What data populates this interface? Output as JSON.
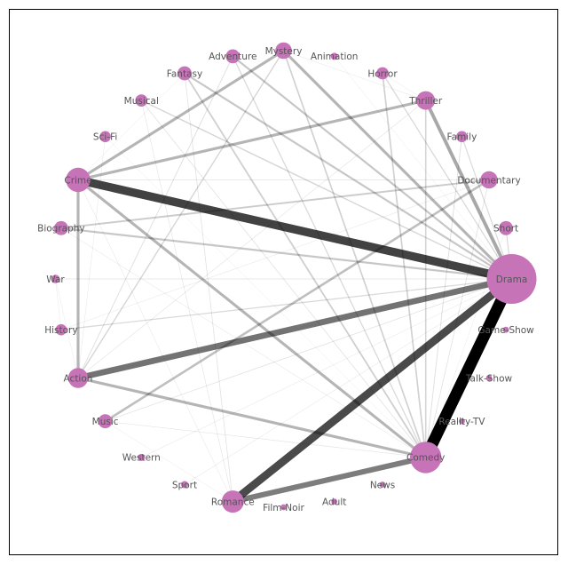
{
  "chart_data": {
    "type": "network",
    "node_color": "#c673b8",
    "edge_color": "#000000",
    "nodes": [
      {
        "id": "drama",
        "label": "Drama",
        "weight": 100
      },
      {
        "id": "short",
        "label": "Short",
        "weight": 8
      },
      {
        "id": "documentary",
        "label": "Documentary",
        "weight": 12
      },
      {
        "id": "family",
        "label": "Family",
        "weight": 5
      },
      {
        "id": "thriller",
        "label": "Thriller",
        "weight": 14
      },
      {
        "id": "horror",
        "label": "Horror",
        "weight": 6
      },
      {
        "id": "animation",
        "label": "Animation",
        "weight": 2
      },
      {
        "id": "mystery",
        "label": "Mystery",
        "weight": 11
      },
      {
        "id": "adventure",
        "label": "Adventure",
        "weight": 8
      },
      {
        "id": "fantasy",
        "label": "Fantasy",
        "weight": 8
      },
      {
        "id": "musical",
        "label": "Musical",
        "weight": 6
      },
      {
        "id": "scifi",
        "label": "Sci-Fi",
        "weight": 5
      },
      {
        "id": "crime",
        "label": "Crime",
        "weight": 24
      },
      {
        "id": "biography",
        "label": "Biography",
        "weight": 8
      },
      {
        "id": "war",
        "label": "War",
        "weight": 3
      },
      {
        "id": "history",
        "label": "History",
        "weight": 5
      },
      {
        "id": "action",
        "label": "Action",
        "weight": 16
      },
      {
        "id": "music",
        "label": "Music",
        "weight": 8
      },
      {
        "id": "western",
        "label": "Western",
        "weight": 2
      },
      {
        "id": "sport",
        "label": "Sport",
        "weight": 2
      },
      {
        "id": "romance",
        "label": "Romance",
        "weight": 20
      },
      {
        "id": "filmnoir",
        "label": "Film-Noir",
        "weight": 1.5
      },
      {
        "id": "adult",
        "label": "Adult",
        "weight": 1.5
      },
      {
        "id": "news",
        "label": "News",
        "weight": 1.5
      },
      {
        "id": "comedy",
        "label": "Comedy",
        "weight": 40
      },
      {
        "id": "realitytv",
        "label": "Reality-TV",
        "weight": 1.5
      },
      {
        "id": "talkshow",
        "label": "Talk-Show",
        "weight": 1.5
      },
      {
        "id": "gameshow",
        "label": "Game-Show",
        "weight": 1.5
      }
    ],
    "edges": [
      {
        "source": "drama",
        "target": "comedy",
        "weight": 1.0
      },
      {
        "source": "drama",
        "target": "crime",
        "weight": 0.72
      },
      {
        "source": "drama",
        "target": "romance",
        "weight": 0.68
      },
      {
        "source": "drama",
        "target": "action",
        "weight": 0.52
      },
      {
        "source": "romance",
        "target": "comedy",
        "weight": 0.47
      },
      {
        "source": "drama",
        "target": "thriller",
        "weight": 0.3
      },
      {
        "source": "drama",
        "target": "mystery",
        "weight": 0.24
      },
      {
        "source": "comedy",
        "target": "action",
        "weight": 0.24
      },
      {
        "source": "comedy",
        "target": "crime",
        "weight": 0.24
      },
      {
        "source": "crime",
        "target": "mystery",
        "weight": 0.24
      },
      {
        "source": "action",
        "target": "crime",
        "weight": 0.24
      },
      {
        "source": "crime",
        "target": "thriller",
        "weight": 0.24
      },
      {
        "source": "music",
        "target": "documentary",
        "weight": 0.2
      },
      {
        "source": "drama",
        "target": "adventure",
        "weight": 0.17
      },
      {
        "source": "drama",
        "target": "fantasy",
        "weight": 0.17
      },
      {
        "source": "drama",
        "target": "biography",
        "weight": 0.17
      },
      {
        "source": "biography",
        "target": "documentary",
        "weight": 0.15
      },
      {
        "source": "comedy",
        "target": "fantasy",
        "weight": 0.14
      },
      {
        "source": "comedy",
        "target": "mystery",
        "weight": 0.13
      },
      {
        "source": "comedy",
        "target": "horror",
        "weight": 0.13
      },
      {
        "source": "comedy",
        "target": "thriller",
        "weight": 0.12
      },
      {
        "source": "drama",
        "target": "musical",
        "weight": 0.11
      },
      {
        "source": "action",
        "target": "mystery",
        "weight": 0.11
      },
      {
        "source": "drama",
        "target": "horror",
        "weight": 0.1
      },
      {
        "source": "drama",
        "target": "history",
        "weight": 0.1
      },
      {
        "source": "comedy",
        "target": "adventure",
        "weight": 0.1
      },
      {
        "source": "drama",
        "target": "short",
        "weight": 0.09
      },
      {
        "source": "drama",
        "target": "family",
        "weight": 0.09
      },
      {
        "source": "comedy",
        "target": "family",
        "weight": 0.07
      },
      {
        "source": "action",
        "target": "adventure",
        "weight": 0.07
      },
      {
        "source": "drama",
        "target": "music",
        "weight": 0.06
      },
      {
        "source": "comedy",
        "target": "musical",
        "weight": 0.06
      },
      {
        "source": "romance",
        "target": "fantasy",
        "weight": 0.06
      },
      {
        "source": "comedy",
        "target": "documentary",
        "weight": 0.06
      },
      {
        "source": "drama",
        "target": "war",
        "weight": 0.05
      },
      {
        "source": "action",
        "target": "thriller",
        "weight": 0.05
      },
      {
        "source": "crime",
        "target": "documentary",
        "weight": 0.05
      },
      {
        "source": "romance",
        "target": "musical",
        "weight": 0.05
      },
      {
        "source": "comedy",
        "target": "music",
        "weight": 0.05
      },
      {
        "source": "drama",
        "target": "sport",
        "weight": 0.04
      },
      {
        "source": "drama",
        "target": "western",
        "weight": 0.04
      },
      {
        "source": "romance",
        "target": "crime",
        "weight": 0.04
      },
      {
        "source": "comedy",
        "target": "biography",
        "weight": 0.04
      },
      {
        "source": "thriller",
        "target": "mystery",
        "weight": 0.04
      },
      {
        "source": "history",
        "target": "documentary",
        "weight": 0.04
      },
      {
        "source": "action",
        "target": "scifi",
        "weight": 0.04
      },
      {
        "source": "comedy",
        "target": "scifi",
        "weight": 0.03
      },
      {
        "source": "romance",
        "target": "music",
        "weight": 0.03
      },
      {
        "source": "drama",
        "target": "animation",
        "weight": 0.03
      },
      {
        "source": "comedy",
        "target": "short",
        "weight": 0.03
      },
      {
        "source": "crime",
        "target": "fantasy",
        "weight": 0.03
      },
      {
        "source": "war",
        "target": "history",
        "weight": 0.03
      },
      {
        "source": "horror",
        "target": "thriller",
        "weight": 0.03
      },
      {
        "source": "action",
        "target": "war",
        "weight": 0.03
      }
    ]
  }
}
